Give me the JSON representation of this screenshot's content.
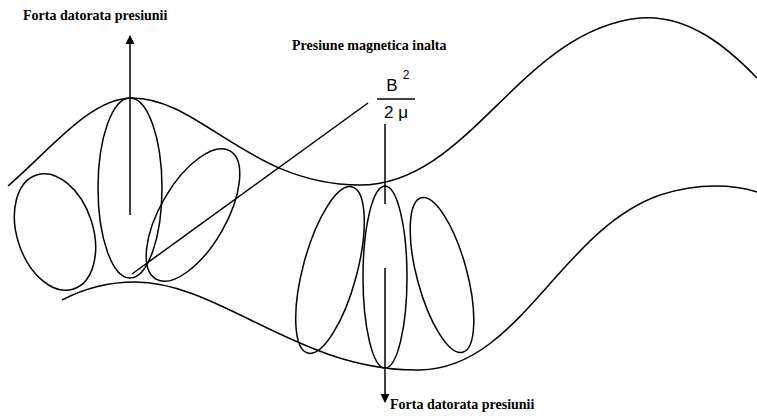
{
  "diagram": {
    "labels": [
      "Forta datorata presiunii",
      "Presiune magnetica inalta",
      "B",
      "2",
      "2 μ",
      "Forta datorata presiunii"
    ]
  }
}
